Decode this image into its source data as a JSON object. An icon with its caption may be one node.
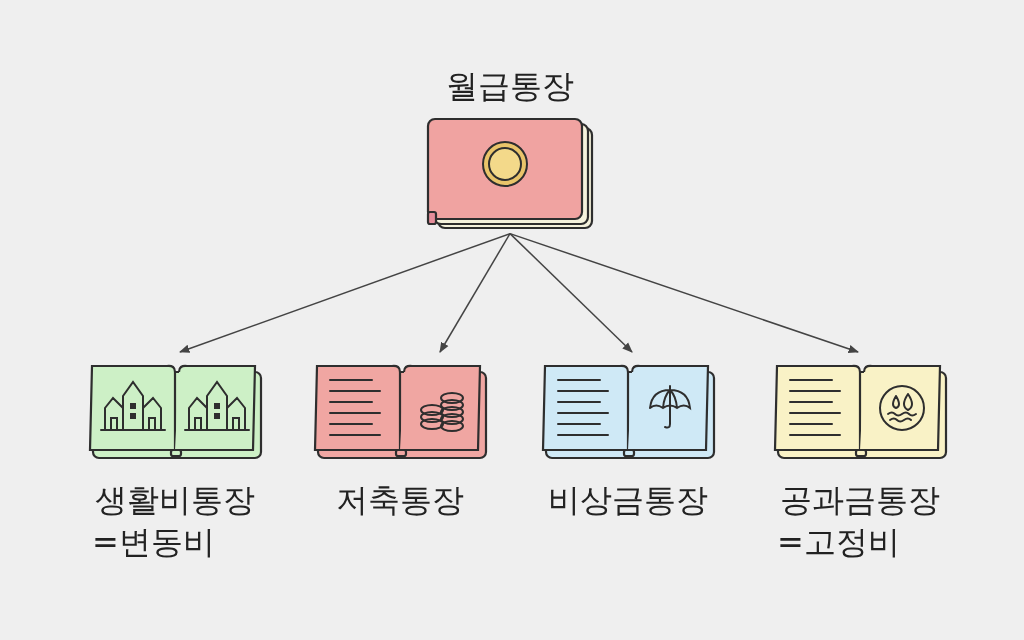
{
  "diagram": {
    "nodes": [
      {
        "text": [
          "월급통장"
        ]
      },
      {
        "text": [
          "생활비통장",
          "=변동비"
        ]
      },
      {
        "text": [
          "저축통장"
        ]
      },
      {
        "text": [
          "비상금통장"
        ]
      },
      {
        "text": [
          "공과금통장",
          "=고정비"
        ]
      }
    ],
    "edges": [
      {
        "from": 0,
        "to": 1,
        "arrow": "to"
      },
      {
        "from": 0,
        "to": 2,
        "arrow": "to"
      },
      {
        "from": 0,
        "to": 3,
        "arrow": "to"
      },
      {
        "from": 0,
        "to": 4,
        "arrow": "to"
      }
    ]
  }
}
